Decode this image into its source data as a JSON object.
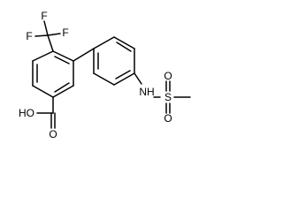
{
  "structure": {
    "atom_labels": {
      "f_top": "F",
      "f_left": "F",
      "f_right": "F",
      "hydroxyl": "HO",
      "carbonyl_oxygen": "O",
      "nitrogen_hydrogen": "NH",
      "sulfur": "S",
      "sulfonyl_oxygen_top": "O",
      "sulfonyl_oxygen_bottom": "O"
    }
  }
}
